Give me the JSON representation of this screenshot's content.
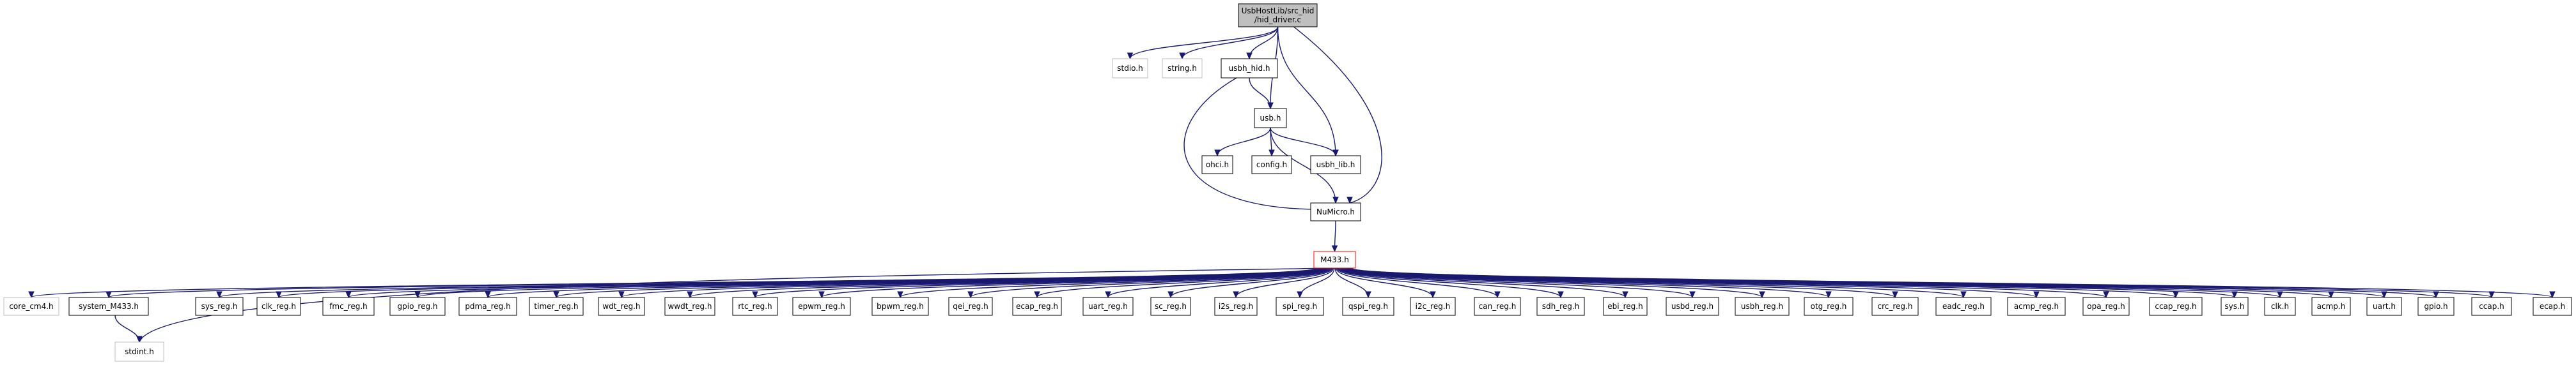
{
  "colors": {
    "edge": "#191970",
    "root_fill": "#bfbfbf",
    "node_border": "#000000",
    "external_border": "#bfbfbf",
    "highlight_border": "#ff0000"
  },
  "nodes": [
    {
      "id": "root",
      "label_lines": [
        "UsbHostLib/src_hid",
        "/hid_driver.c"
      ],
      "style": "root"
    },
    {
      "id": "stdio",
      "label_lines": [
        "stdio.h"
      ],
      "style": "light"
    },
    {
      "id": "string",
      "label_lines": [
        "string.h"
      ],
      "style": "light"
    },
    {
      "id": "usbh_hid",
      "label_lines": [
        "usbh_hid.h"
      ],
      "style": "solid"
    },
    {
      "id": "usb",
      "label_lines": [
        "usb.h"
      ],
      "style": "solid"
    },
    {
      "id": "ohci",
      "label_lines": [
        "ohci.h"
      ],
      "style": "solid"
    },
    {
      "id": "config",
      "label_lines": [
        "config.h"
      ],
      "style": "solid"
    },
    {
      "id": "usbh_lib",
      "label_lines": [
        "usbh_lib.h"
      ],
      "style": "solid"
    },
    {
      "id": "numicro",
      "label_lines": [
        "NuMicro.h"
      ],
      "style": "solid"
    },
    {
      "id": "m433",
      "label_lines": [
        "M433.h"
      ],
      "style": "red"
    },
    {
      "id": "core_cm4",
      "label_lines": [
        "core_cm4.h"
      ],
      "style": "light"
    },
    {
      "id": "system_m433",
      "label_lines": [
        "system_M433.h"
      ],
      "style": "solid"
    },
    {
      "id": "stdint",
      "label_lines": [
        "stdint.h"
      ],
      "style": "light"
    },
    {
      "id": "sys_reg",
      "label_lines": [
        "sys_reg.h"
      ],
      "style": "solid"
    },
    {
      "id": "clk_reg",
      "label_lines": [
        "clk_reg.h"
      ],
      "style": "solid"
    },
    {
      "id": "fmc_reg",
      "label_lines": [
        "fmc_reg.h"
      ],
      "style": "solid"
    },
    {
      "id": "gpio_reg",
      "label_lines": [
        "gpio_reg.h"
      ],
      "style": "solid"
    },
    {
      "id": "pdma_reg",
      "label_lines": [
        "pdma_reg.h"
      ],
      "style": "solid"
    },
    {
      "id": "timer_reg",
      "label_lines": [
        "timer_reg.h"
      ],
      "style": "solid"
    },
    {
      "id": "wdt_reg",
      "label_lines": [
        "wdt_reg.h"
      ],
      "style": "solid"
    },
    {
      "id": "wwdt_reg",
      "label_lines": [
        "wwdt_reg.h"
      ],
      "style": "solid"
    },
    {
      "id": "rtc_reg",
      "label_lines": [
        "rtc_reg.h"
      ],
      "style": "solid"
    },
    {
      "id": "epwm_reg",
      "label_lines": [
        "epwm_reg.h"
      ],
      "style": "solid"
    },
    {
      "id": "bpwm_reg",
      "label_lines": [
        "bpwm_reg.h"
      ],
      "style": "solid"
    },
    {
      "id": "qei_reg",
      "label_lines": [
        "qei_reg.h"
      ],
      "style": "solid"
    },
    {
      "id": "ecap_reg",
      "label_lines": [
        "ecap_reg.h"
      ],
      "style": "solid"
    },
    {
      "id": "uart_reg",
      "label_lines": [
        "uart_reg.h"
      ],
      "style": "solid"
    },
    {
      "id": "sc_reg",
      "label_lines": [
        "sc_reg.h"
      ],
      "style": "solid"
    },
    {
      "id": "i2s_reg",
      "label_lines": [
        "i2s_reg.h"
      ],
      "style": "solid"
    },
    {
      "id": "spi_reg",
      "label_lines": [
        "spi_reg.h"
      ],
      "style": "solid"
    },
    {
      "id": "qspi_reg",
      "label_lines": [
        "qspi_reg.h"
      ],
      "style": "solid"
    },
    {
      "id": "i2c_reg",
      "label_lines": [
        "i2c_reg.h"
      ],
      "style": "solid"
    },
    {
      "id": "can_reg",
      "label_lines": [
        "can_reg.h"
      ],
      "style": "solid"
    },
    {
      "id": "sdh_reg",
      "label_lines": [
        "sdh_reg.h"
      ],
      "style": "solid"
    },
    {
      "id": "ebi_reg",
      "label_lines": [
        "ebi_reg.h"
      ],
      "style": "solid"
    },
    {
      "id": "usbd_reg",
      "label_lines": [
        "usbd_reg.h"
      ],
      "style": "solid"
    },
    {
      "id": "usbh_reg",
      "label_lines": [
        "usbh_reg.h"
      ],
      "style": "solid"
    },
    {
      "id": "otg_reg",
      "label_lines": [
        "otg_reg.h"
      ],
      "style": "solid"
    },
    {
      "id": "crc_reg",
      "label_lines": [
        "crc_reg.h"
      ],
      "style": "solid"
    },
    {
      "id": "eadc_reg",
      "label_lines": [
        "eadc_reg.h"
      ],
      "style": "solid"
    },
    {
      "id": "acmp_reg",
      "label_lines": [
        "acmp_reg.h"
      ],
      "style": "solid"
    },
    {
      "id": "opa_reg",
      "label_lines": [
        "opa_reg.h"
      ],
      "style": "solid"
    },
    {
      "id": "ccap_reg",
      "label_lines": [
        "ccap_reg.h"
      ],
      "style": "solid"
    },
    {
      "id": "sys",
      "label_lines": [
        "sys.h"
      ],
      "style": "solid"
    },
    {
      "id": "clk",
      "label_lines": [
        "clk.h"
      ],
      "style": "solid"
    },
    {
      "id": "acmp",
      "label_lines": [
        "acmp.h"
      ],
      "style": "solid"
    },
    {
      "id": "uart",
      "label_lines": [
        "uart.h"
      ],
      "style": "solid"
    },
    {
      "id": "gpio",
      "label_lines": [
        "gpio.h"
      ],
      "style": "solid"
    },
    {
      "id": "ccap",
      "label_lines": [
        "ccap.h"
      ],
      "style": "solid"
    },
    {
      "id": "ecap",
      "label_lines": [
        "ecap.h"
      ],
      "style": "solid"
    }
  ],
  "edges": [
    {
      "from": "root",
      "to": "stdio"
    },
    {
      "from": "root",
      "to": "string"
    },
    {
      "from": "root",
      "to": "usbh_hid"
    },
    {
      "from": "root",
      "to": "usb"
    },
    {
      "from": "root",
      "to": "usbh_lib"
    },
    {
      "from": "root",
      "to": "numicro"
    },
    {
      "from": "usbh_hid",
      "to": "usb"
    },
    {
      "from": "usbh_hid",
      "to": "numicro"
    },
    {
      "from": "usb",
      "to": "ohci"
    },
    {
      "from": "usb",
      "to": "config"
    },
    {
      "from": "usb",
      "to": "usbh_lib"
    },
    {
      "from": "usb",
      "to": "numicro"
    },
    {
      "from": "numicro",
      "to": "m433"
    },
    {
      "from": "m433",
      "to": "core_cm4"
    },
    {
      "from": "m433",
      "to": "system_m433"
    },
    {
      "from": "m433",
      "to": "stdint"
    },
    {
      "from": "system_m433",
      "to": "stdint"
    },
    {
      "from": "m433",
      "to": "sys_reg"
    },
    {
      "from": "m433",
      "to": "clk_reg"
    },
    {
      "from": "m433",
      "to": "fmc_reg"
    },
    {
      "from": "m433",
      "to": "gpio_reg"
    },
    {
      "from": "m433",
      "to": "pdma_reg"
    },
    {
      "from": "m433",
      "to": "timer_reg"
    },
    {
      "from": "m433",
      "to": "wdt_reg"
    },
    {
      "from": "m433",
      "to": "wwdt_reg"
    },
    {
      "from": "m433",
      "to": "rtc_reg"
    },
    {
      "from": "m433",
      "to": "epwm_reg"
    },
    {
      "from": "m433",
      "to": "bpwm_reg"
    },
    {
      "from": "m433",
      "to": "qei_reg"
    },
    {
      "from": "m433",
      "to": "ecap_reg"
    },
    {
      "from": "m433",
      "to": "uart_reg"
    },
    {
      "from": "m433",
      "to": "sc_reg"
    },
    {
      "from": "m433",
      "to": "i2s_reg"
    },
    {
      "from": "m433",
      "to": "spi_reg"
    },
    {
      "from": "m433",
      "to": "qspi_reg"
    },
    {
      "from": "m433",
      "to": "i2c_reg"
    },
    {
      "from": "m433",
      "to": "can_reg"
    },
    {
      "from": "m433",
      "to": "sdh_reg"
    },
    {
      "from": "m433",
      "to": "ebi_reg"
    },
    {
      "from": "m433",
      "to": "usbd_reg"
    },
    {
      "from": "m433",
      "to": "usbh_reg"
    },
    {
      "from": "m433",
      "to": "otg_reg"
    },
    {
      "from": "m433",
      "to": "crc_reg"
    },
    {
      "from": "m433",
      "to": "eadc_reg"
    },
    {
      "from": "m433",
      "to": "acmp_reg"
    },
    {
      "from": "m433",
      "to": "opa_reg"
    },
    {
      "from": "m433",
      "to": "ccap_reg"
    },
    {
      "from": "m433",
      "to": "sys"
    },
    {
      "from": "m433",
      "to": "clk"
    },
    {
      "from": "m433",
      "to": "acmp"
    },
    {
      "from": "m433",
      "to": "uart"
    },
    {
      "from": "m433",
      "to": "gpio"
    },
    {
      "from": "m433",
      "to": "ccap"
    },
    {
      "from": "m433",
      "to": "ecap"
    }
  ]
}
